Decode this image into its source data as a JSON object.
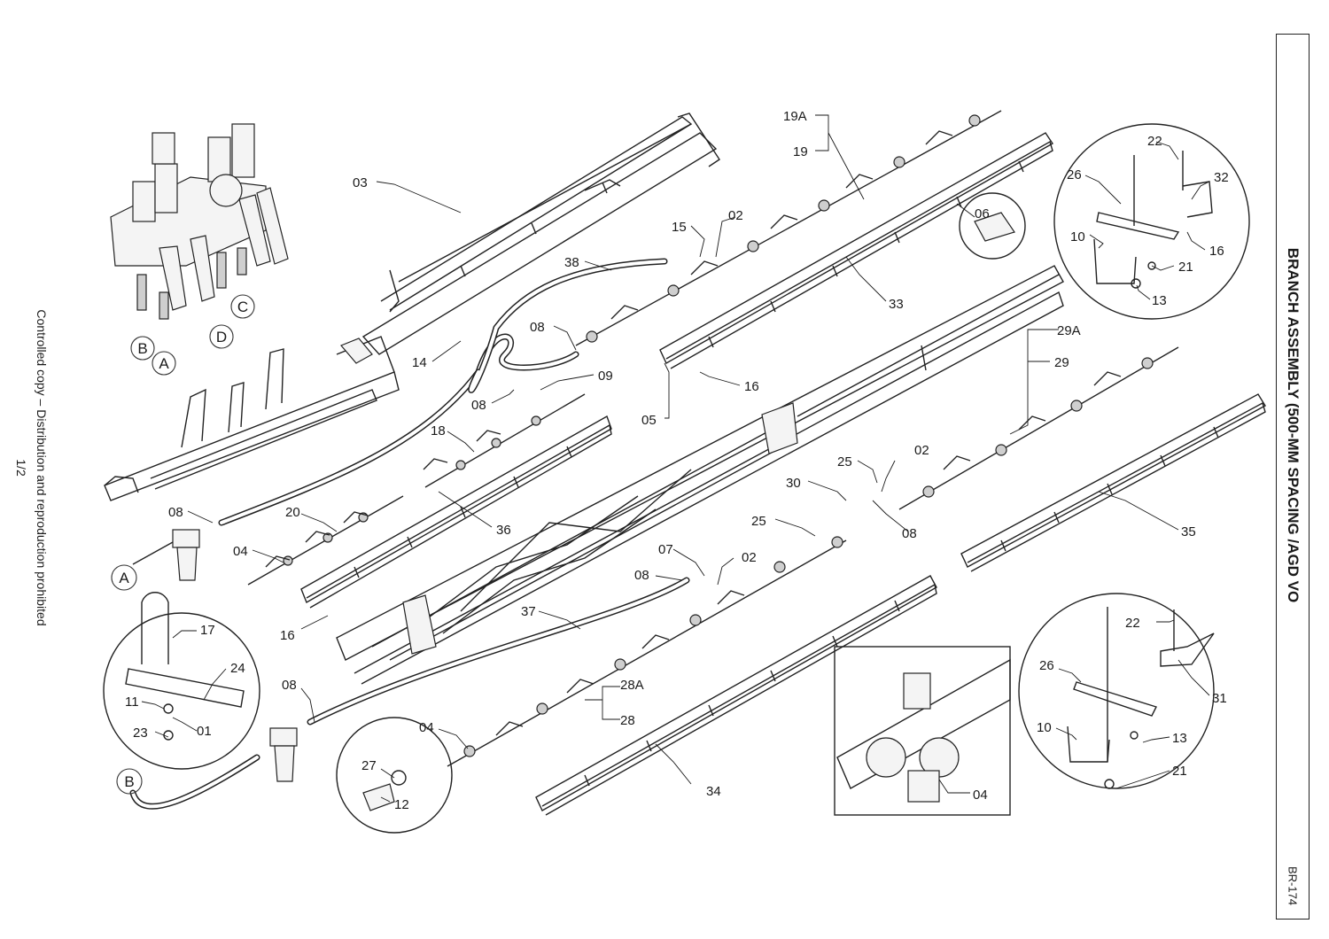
{
  "title": "BRANCH ASSEMBLY (500-MM SPACING /AGD VO",
  "doc_code": "BR-174",
  "copy_note": "Controlled copy – Distribution and reproduction prohibited",
  "page_number": "1/2",
  "callouts": {
    "c01": "01",
    "c02a": "02",
    "c02b": "02",
    "c02c": "02",
    "c03": "03",
    "c04a": "04",
    "c04b": "04",
    "c04c": "04",
    "c05": "05",
    "c06": "06",
    "c07": "07",
    "c08a": "08",
    "c08b": "08",
    "c08c": "08",
    "c08d": "08",
    "c08e": "08",
    "c08f": "08",
    "c09": "09",
    "c10a": "10",
    "c10b": "10",
    "c11": "11",
    "c12": "12",
    "c13a": "13",
    "c13b": "13",
    "c14": "14",
    "c15": "15",
    "c16a": "16",
    "c16b": "16",
    "c16c": "16",
    "c17": "17",
    "c18": "18",
    "c19": "19",
    "c19a": "19A",
    "c20": "20",
    "c21a": "21",
    "c21b": "21",
    "c22a": "22",
    "c22b": "22",
    "c23": "23",
    "c24": "24",
    "c25a": "25",
    "c25b": "25",
    "c26a": "26",
    "c26b": "26",
    "c27": "27",
    "c28": "28",
    "c28a": "28A",
    "c29": "29",
    "c29a": "29A",
    "c30": "30",
    "c31": "31",
    "c32": "32",
    "c33": "33",
    "c34": "34",
    "c35": "35",
    "c36": "36",
    "c37": "37",
    "c38": "38"
  },
  "connection_markers": {
    "valve_b": "B",
    "valve_a": "A",
    "valve_d": "D",
    "valve_c": "C",
    "filter_a": "A",
    "filter_b": "B"
  }
}
